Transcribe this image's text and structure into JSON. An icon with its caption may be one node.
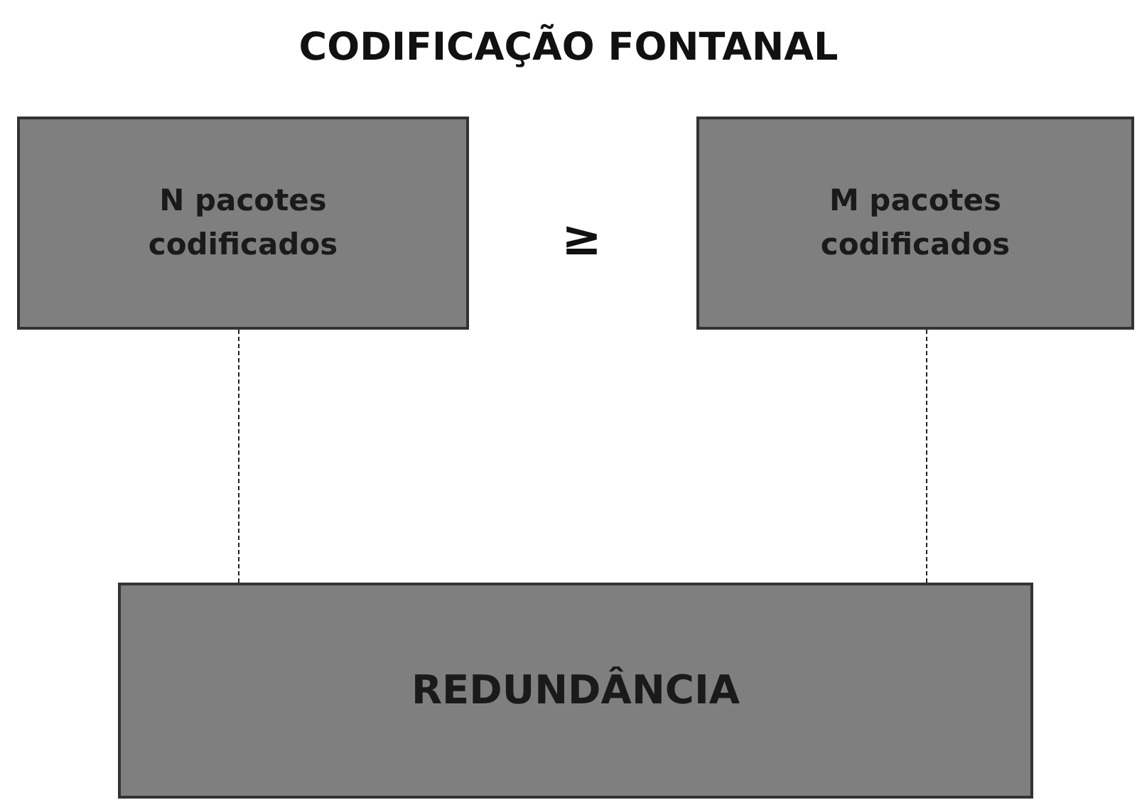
{
  "diagram": {
    "title": "CODIFICAÇÃO FONTANAL",
    "nodes": [
      {
        "text": [
          "N pacotes codificados"
        ]
      },
      {
        "text": [
          "M pacotes codificados"
        ]
      },
      {
        "text": [
          "REDUNDÂNCIA"
        ]
      }
    ],
    "edges": [
      {
        "from": 0,
        "to": 2,
        "arrow": "none",
        "style": "dashed"
      },
      {
        "from": 1,
        "to": 2,
        "arrow": "none",
        "style": "dashed"
      }
    ],
    "labels": [
      "≥"
    ]
  }
}
